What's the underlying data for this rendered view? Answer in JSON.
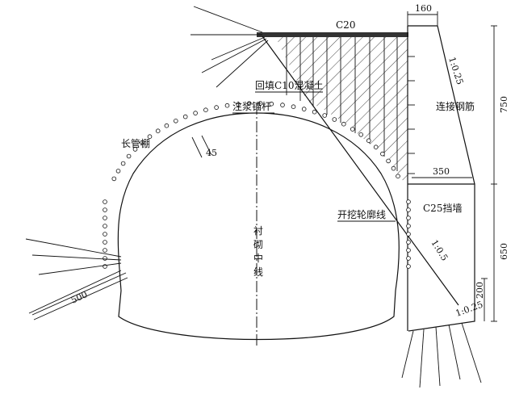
{
  "labels": {
    "c20": "C20",
    "backfill": "回填C10混凝土",
    "grout_bolt": "注浆锚杆",
    "pipe_roof": "长管棚",
    "connect_rebar": "连接钢筋",
    "retaining_wall": "C25挡墙",
    "excavation_line": "开挖轮廓线",
    "lining_centerline": [
      "衬",
      "砌",
      "中",
      "线"
    ]
  },
  "dimensions": {
    "d160": "160",
    "d750": "750",
    "d350": "350",
    "d650": "650",
    "d200": "200",
    "d45": "45",
    "d500": "500"
  },
  "slopes": {
    "s1_025_top": "1:0.25",
    "s1_05": "1:0.5",
    "s1_025_bottom": "1:0.25"
  }
}
